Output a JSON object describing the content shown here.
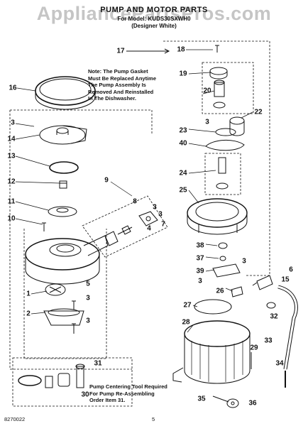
{
  "header": {
    "title": "PUMP AND MOTOR PARTS",
    "subtitle_model": "For Model: KUDS30SXWH0",
    "subtitle_color": "(Designer White)"
  },
  "watermark": "AppliancePartsPros.com",
  "notes": {
    "pump_gasket": "Note: The Pump Gasket\nMust Be Replaced Anytime\nThe Pump Assembly Is\nRemoved And Reinstalled\nIn The Dishwasher.",
    "centering_tool": "Pump Centering Tool Required\nFor Pump Re-Assembling\nOrder Item 31."
  },
  "callouts": {
    "n1": "1",
    "n2": "2",
    "n3a": "3",
    "n3b": "3",
    "n3c": "3",
    "n3d": "3",
    "n3e": "3",
    "n3f": "3",
    "n3g": "3",
    "n4": "4",
    "n5": "5",
    "n6": "6",
    "n7": "7",
    "n8": "8",
    "n9": "9",
    "n10": "10",
    "n11": "11",
    "n12": "12",
    "n13": "13",
    "n14": "14",
    "n15": "15",
    "n16": "16",
    "n17": "17",
    "n18": "18",
    "n19": "19",
    "n20": "20",
    "n22": "22",
    "n23": "23",
    "n24": "24",
    "n25": "25",
    "n26": "26",
    "n27": "27",
    "n28": "28",
    "n29": "29",
    "n30": "30",
    "n31": "31",
    "n32": "32",
    "n33": "33",
    "n34": "34",
    "n35": "35",
    "n36": "36",
    "n37": "37",
    "n38": "38",
    "n39": "39",
    "n40": "40"
  },
  "footer": {
    "code": "8270022",
    "page": "5"
  }
}
